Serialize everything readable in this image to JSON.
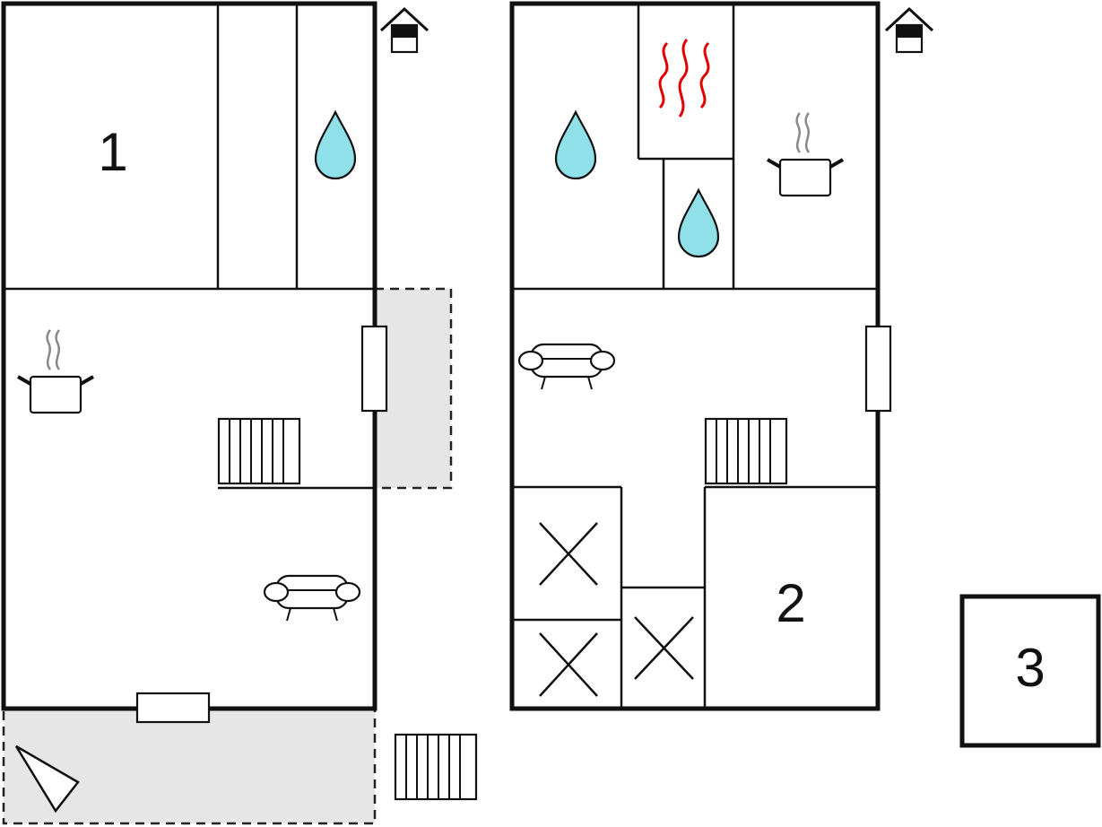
{
  "rooms": {
    "bedroom_1": "1",
    "bedroom_2": "2",
    "bedroom_3": "3"
  },
  "colors": {
    "wall": "#111111",
    "terrace_fill": "#e6e6e6",
    "water_drop": "#8fe0e8",
    "sauna_heat": "#e00000",
    "steam": "#888888"
  },
  "icons": [
    "house-entrance-icon",
    "water-drop-icon",
    "cooking-pot-icon",
    "sofa-icon",
    "stairs-icon",
    "sauna-heat-icon",
    "storage-cross-icon",
    "window-icon",
    "terrace-area",
    "wedge-icon"
  ]
}
